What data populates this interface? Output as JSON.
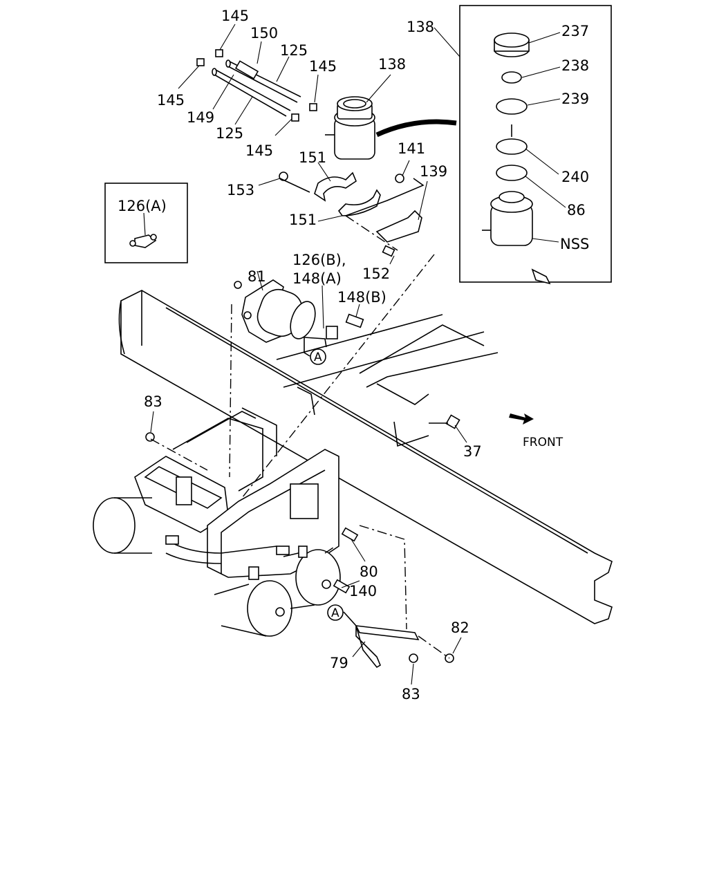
{
  "labels": {
    "p145a": "145",
    "p150": "150",
    "p125a": "125",
    "p145b": "145",
    "p138a": "138",
    "p145c": "145",
    "p149": "149",
    "p125b": "125",
    "p145d": "145",
    "p151a": "151",
    "p141": "141",
    "p139": "139",
    "p153": "153",
    "p151b": "151",
    "p126a": "126(A)",
    "p81": "81",
    "p126b": "126(B),",
    "p148a": "148(A)",
    "p148b": "148(B)",
    "p152": "152",
    "p83a": "83",
    "p37": "37",
    "front": "FRONT",
    "p80": "80",
    "p140": "140",
    "p82": "82",
    "p79": "79",
    "p83b": "83",
    "p138b": "138",
    "p237": "237",
    "p238": "238",
    "p239": "239",
    "p240": "240",
    "p86": "86",
    "nss": "NSS",
    "refA1": "A",
    "refA2": "A"
  }
}
